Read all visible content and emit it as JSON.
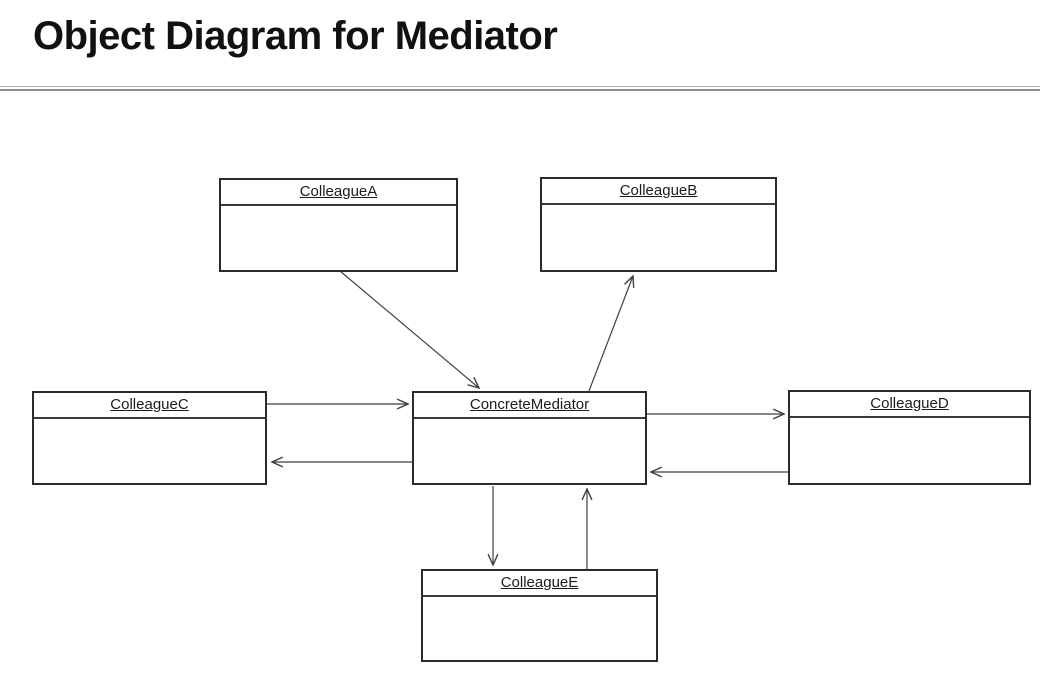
{
  "page": {
    "title": "Object Diagram for Mediator"
  },
  "diagram": {
    "nodes": [
      {
        "id": "colleagueA",
        "label": "ColleagueA"
      },
      {
        "id": "colleagueB",
        "label": "ColleagueB"
      },
      {
        "id": "colleagueC",
        "label": "ColleagueC"
      },
      {
        "id": "concreteMediator",
        "label": "ConcreteMediator"
      },
      {
        "id": "colleagueD",
        "label": "ColleagueD"
      },
      {
        "id": "colleagueE",
        "label": "ColleagueE"
      }
    ],
    "edges": [
      {
        "from": "ColleagueA",
        "to": "ConcreteMediator",
        "style": "open-arrow"
      },
      {
        "from": "ConcreteMediator",
        "to": "ColleagueB",
        "style": "open-arrow"
      },
      {
        "from": "ColleagueC",
        "to": "ConcreteMediator",
        "style": "open-arrow"
      },
      {
        "from": "ConcreteMediator",
        "to": "ColleagueC",
        "style": "open-arrow"
      },
      {
        "from": "ConcreteMediator",
        "to": "ColleagueD",
        "style": "open-arrow"
      },
      {
        "from": "ColleagueD",
        "to": "ConcreteMediator",
        "style": "open-arrow"
      },
      {
        "from": "ConcreteMediator",
        "to": "ColleagueE",
        "style": "open-arrow"
      },
      {
        "from": "ColleagueE",
        "to": "ConcreteMediator",
        "style": "open-arrow"
      }
    ],
    "colors": {
      "line": "#3f3f3f",
      "box_border": "#2b2b2b",
      "text": "#1c1c1c",
      "divider": "#8d8d8d",
      "background": "#ffffff"
    }
  }
}
